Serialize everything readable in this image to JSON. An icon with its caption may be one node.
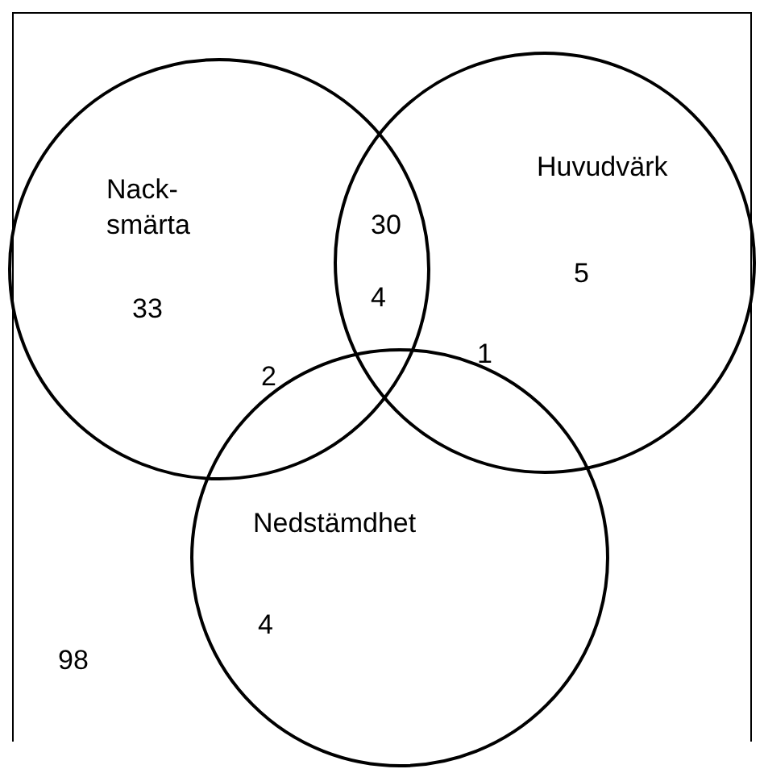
{
  "diagram": {
    "nodes": [
      {
        "text": [
          "Nack- smärta"
        ]
      },
      {
        "text": [
          "Huvudvärk"
        ]
      },
      {
        "text": [
          "Nedstämdhet"
        ]
      }
    ],
    "labels": [
      "30",
      "5",
      "33",
      "4",
      "2",
      "1",
      "4",
      "98"
    ]
  }
}
